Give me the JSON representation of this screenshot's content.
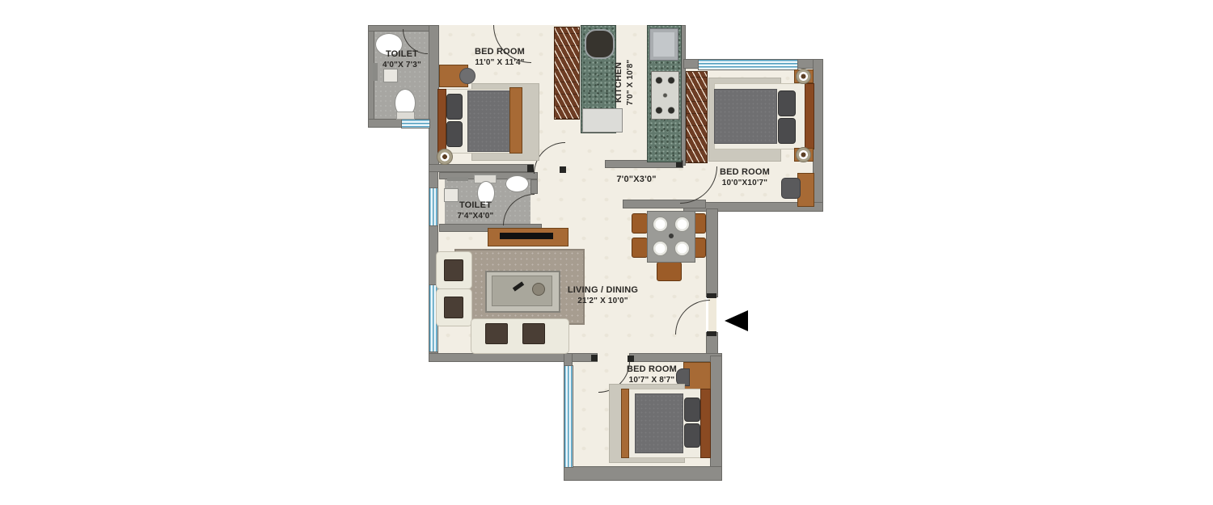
{
  "floor_plan": {
    "rooms": {
      "toilet_top": {
        "label": "TOILET",
        "dims": "4'0\"X 7'3\""
      },
      "bedroom_top": {
        "label": "BED ROOM",
        "dims": "11'0\" X 11'4\""
      },
      "kitchen": {
        "label": "KITCHEN",
        "dims": "7'0\" X 10'8\""
      },
      "bedroom_right": {
        "label": "BED ROOM",
        "dims": "10'0\"X10'7\""
      },
      "passage": {
        "dims": "7'0\"X3'0\""
      },
      "toilet_mid": {
        "label": "TOILET",
        "dims": "7'4\"X4'0\""
      },
      "living_dining": {
        "label": "LIVING / DINING",
        "dims": "21'2\" X 10'0\""
      },
      "bedroom_bottom": {
        "label": "BED ROOM",
        "dims": "10'7\" X 8'7\""
      }
    },
    "colors": {
      "wall": "#8d8c88",
      "floor_cream": "#f2eee4",
      "toilet_floor": "#a7a6a2",
      "granite_counter": "#62796d",
      "wood": "#a76a35",
      "window_blue": "#4f9cbe",
      "entry_arrow": "#000000"
    }
  }
}
